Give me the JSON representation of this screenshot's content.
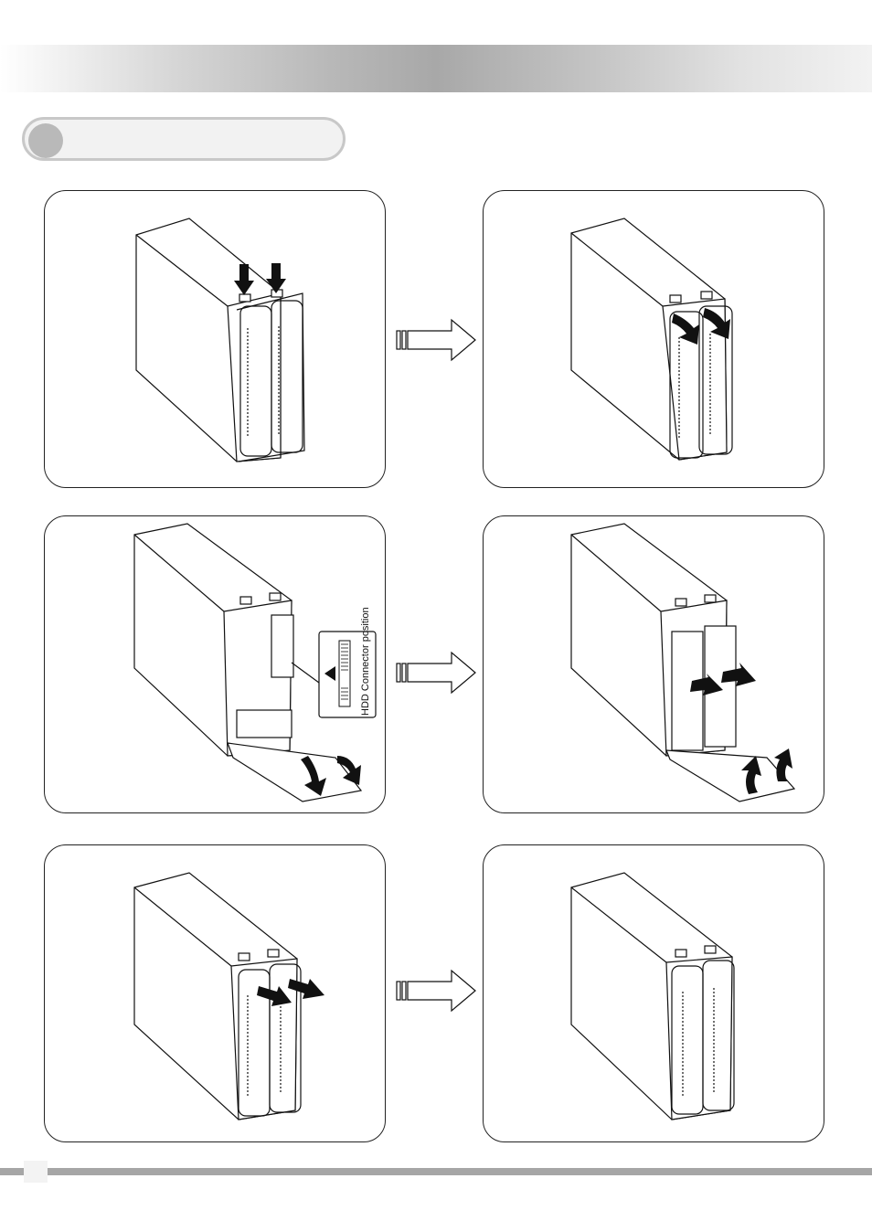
{
  "header": {
    "title": ""
  },
  "section": {
    "label": ""
  },
  "steps": [
    {
      "id": 1,
      "action": "press-release-buttons"
    },
    {
      "id": 2,
      "action": "open-doors"
    },
    {
      "id": 3,
      "action": "doors-open-connector"
    },
    {
      "id": 4,
      "action": "insert-drives"
    },
    {
      "id": 5,
      "action": "close-doors"
    },
    {
      "id": 6,
      "action": "assembled"
    }
  ],
  "connector_label": "HDD Connector position",
  "footer": {
    "page_number": ""
  },
  "icons": {
    "flow": "hollow-right-arrow-icon"
  }
}
